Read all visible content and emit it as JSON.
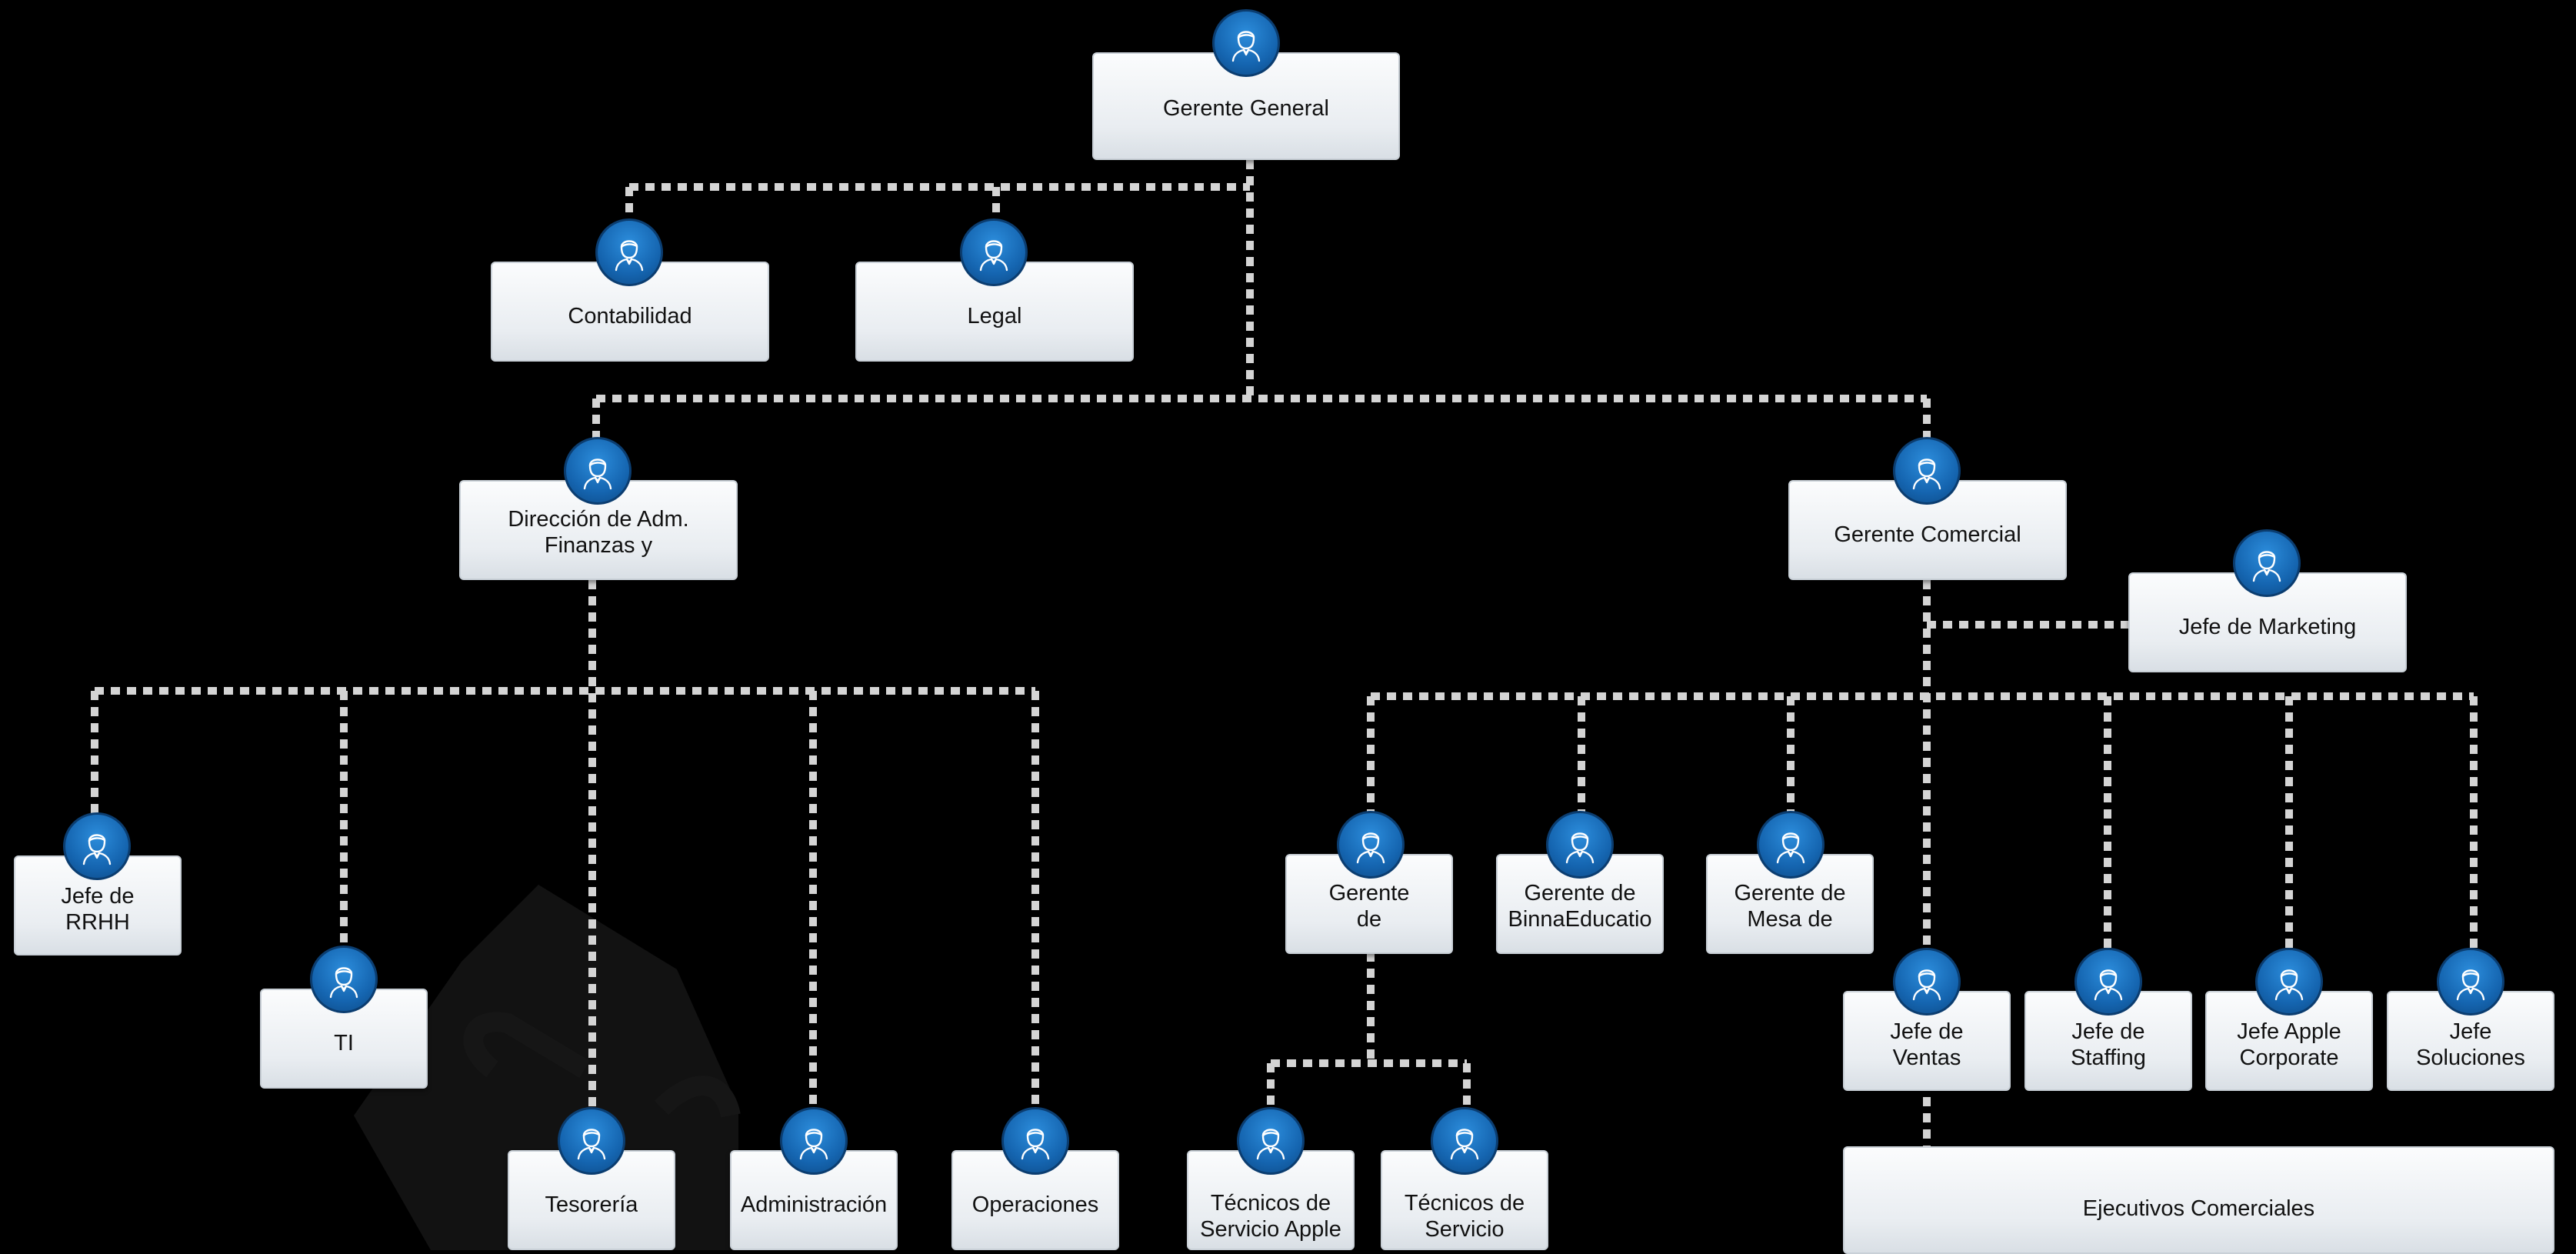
{
  "diagram": {
    "nodes": [
      {
        "id": "gg",
        "label": "Gerente General"
      },
      {
        "id": "cont",
        "label": "Contabilidad"
      },
      {
        "id": "legal",
        "label": "Legal"
      },
      {
        "id": "daf",
        "label": "Dirección de Adm.\nFinanzas y"
      },
      {
        "id": "gc",
        "label": "Gerente Comercial"
      },
      {
        "id": "jmk",
        "label": "Jefe de Marketing"
      },
      {
        "id": "rrhh",
        "label": "Jefe de\nRRHH"
      },
      {
        "id": "ti",
        "label": "TI"
      },
      {
        "id": "tes",
        "label": "Tesorería"
      },
      {
        "id": "adm",
        "label": "Administración"
      },
      {
        "id": "ope",
        "label": "Operaciones"
      },
      {
        "id": "gde",
        "label": "Gerente\nde"
      },
      {
        "id": "gbinna",
        "label": "Gerente de\nBinnaEducatio"
      },
      {
        "id": "gmesa",
        "label": "Gerente de\nMesa de"
      },
      {
        "id": "jventas",
        "label": "Jefe de\nVentas"
      },
      {
        "id": "jstaff",
        "label": "Jefe de\nStaffing"
      },
      {
        "id": "japple",
        "label": "Jefe Apple\nCorporate"
      },
      {
        "id": "jsol",
        "label": "Jefe\nSoluciones"
      },
      {
        "id": "tapple",
        "label": "Técnicos de\nServicio Apple"
      },
      {
        "id": "tserv",
        "label": "Técnicos de\nServicio"
      },
      {
        "id": "ejec",
        "label": "Ejecutivos Comerciales"
      }
    ]
  },
  "colors": {
    "avatar": "#1a6fc0",
    "connector": "#d4d4d4",
    "background": "#000000",
    "box": "#eef1f4"
  },
  "icons": {
    "avatar": "person-icon"
  }
}
